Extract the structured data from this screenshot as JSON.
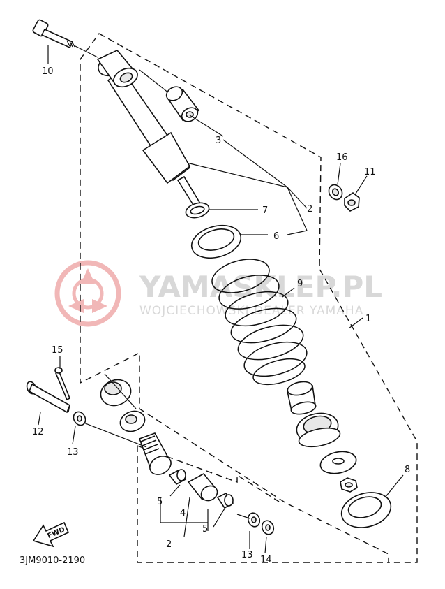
{
  "watermark": {
    "line1": "YAMASKLEP.PL",
    "line2": "WOJCIECHOWSKI DEALER YAMAHA",
    "logo_color": "#f1b7b7"
  },
  "part_labels": {
    "p1": "1",
    "p2_top": "2",
    "p2_bottom": "2",
    "p3": "3",
    "p4": "4",
    "p5_left": "5",
    "p5_right": "5",
    "p6": "6",
    "p7": "7",
    "p8": "8",
    "p9": "9",
    "p10": "10",
    "p11": "11",
    "p12": "12",
    "p13_left": "13",
    "p13_bottom": "13",
    "p14": "14",
    "p15": "15",
    "p16": "16"
  },
  "fwd_label": "FWD",
  "diagram_code": "3JM9010-2190",
  "icons": [
    "fwd-arrow-icon",
    "yamaha-logo-icon"
  ]
}
